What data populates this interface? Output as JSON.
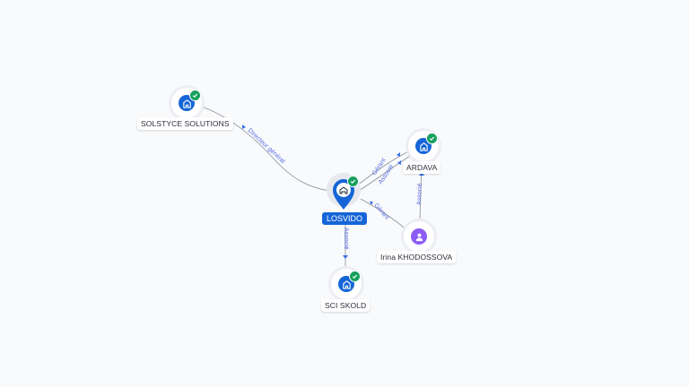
{
  "nodes": {
    "losvido": {
      "label": "LOSVIDO"
    },
    "solstyce": {
      "label": "SOLSTYCE SOLUTIONS"
    },
    "ardava": {
      "label": "ARDAVA"
    },
    "irina": {
      "label": "Irina KHODOSSOVA"
    },
    "sci_skold": {
      "label": "SCI SKOLD"
    }
  },
  "edges": {
    "solstyce_losvido": "Directeur général",
    "losvido_ardava_gerant": "Gérant",
    "losvido_ardava_associe": "Associé",
    "irina_ardava": "Associé",
    "irina_losvido": "Gérant",
    "losvido_skold": "Associé"
  },
  "icons": {
    "company": "building-icon",
    "person": "user-icon",
    "verified": "check-badge-icon"
  },
  "colors": {
    "brand": "#1565d8",
    "verified": "#17a05d",
    "person": "#8b5cf6",
    "edge_label": "#5b6ee1"
  }
}
